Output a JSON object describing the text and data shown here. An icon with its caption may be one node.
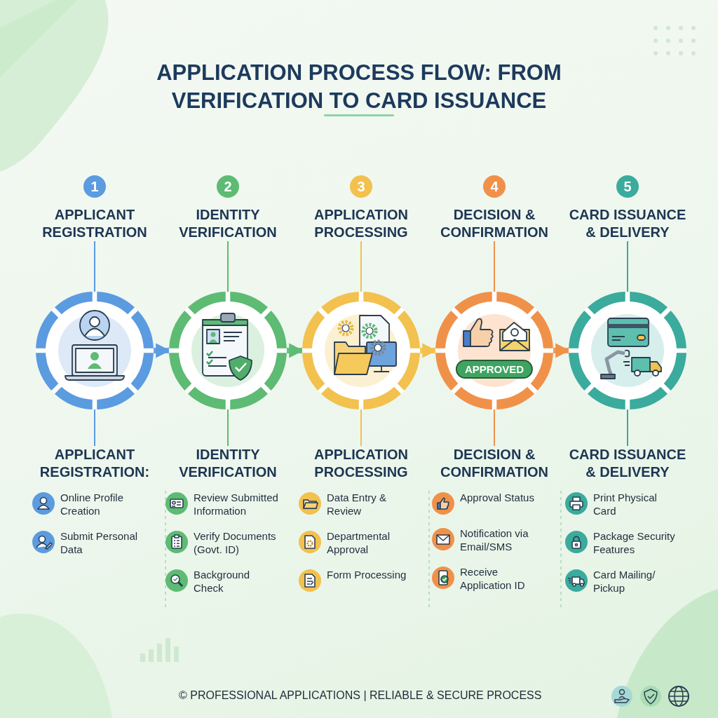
{
  "diagram": {
    "title": "APPLICATION PROCESS FLOW: FROM VERIFICATION TO CARD ISSUANCE",
    "nodes": [
      {
        "text": [
          "1",
          "APPLICANT REGISTRATION"
        ]
      },
      {
        "text": [],
        "shape": "picture"
      },
      {
        "text": [
          "APPLICANT REGISTRATION:",
          "Online Profile Creation",
          "Submit Personal Data"
        ]
      },
      {
        "text": [
          "2",
          "IDENTITY VERIFICATION"
        ]
      },
      {
        "text": [],
        "shape": "picture"
      },
      {
        "text": [
          "IDENTITY VERIFICATION",
          "Review Submitted Information",
          "Verify Documents (Govt. ID)",
          "Background Check"
        ]
      },
      {
        "text": [
          "3",
          "APPLICATION PROCESSING"
        ]
      },
      {
        "text": [],
        "shape": "picture"
      },
      {
        "text": [
          "APPLICATION PROCESSING",
          "Data Entry & Review",
          "Departmental Approval",
          "Form Processing"
        ]
      },
      {
        "text": [
          "4",
          "DECISION & CONFIRMATION"
        ]
      },
      {
        "text": [
          "APPROVED"
        ]
      },
      {
        "text": [
          "DECISION & CONFIRMATION",
          "Approval Status",
          "Notification via Email/SMS",
          "Receive Application ID"
        ]
      },
      {
        "text": [
          "5",
          "CARD ISSUANCE & DELIVERY"
        ]
      },
      {
        "text": [],
        "shape": "picture"
      },
      {
        "text": [
          "CARD ISSUANCE & DELIVERY",
          "Print Physical Card",
          "Package Security Features",
          "Card Mailing/ Pickup"
        ]
      }
    ],
    "edges": [
      {
        "from": 0,
        "to": 1,
        "arrow": "none",
        "color": "#5b9be0"
      },
      {
        "from": 1,
        "to": 2,
        "arrow": "none",
        "color": "#5b9be0"
      },
      {
        "from": 3,
        "to": 4,
        "arrow": "none",
        "color": "#5dbb73"
      },
      {
        "from": 4,
        "to": 5,
        "arrow": "none",
        "color": "#5dbb73"
      },
      {
        "from": 6,
        "to": 7,
        "arrow": "none",
        "color": "#f2c14e"
      },
      {
        "from": 7,
        "to": 8,
        "arrow": "none",
        "color": "#f2c14e"
      },
      {
        "from": 9,
        "to": 10,
        "arrow": "none",
        "color": "#f0914a"
      },
      {
        "from": 10,
        "to": 11,
        "arrow": "none",
        "color": "#f0914a"
      },
      {
        "from": 12,
        "to": 13,
        "arrow": "none",
        "color": "#3aab9c"
      },
      {
        "from": 13,
        "to": 14,
        "arrow": "none",
        "color": "#3aab9c"
      },
      {
        "from": 1,
        "to": 4,
        "arrow": "to",
        "style": "thick",
        "color": "#5b9be0"
      },
      {
        "from": 4,
        "to": 7,
        "arrow": "to",
        "style": "thick",
        "color": "#5dbb73"
      },
      {
        "from": 7,
        "to": 10,
        "arrow": "to",
        "style": "thick",
        "color": "#f2c14e"
      },
      {
        "from": 10,
        "to": 13,
        "arrow": "to",
        "style": "thick",
        "color": "#f0914a"
      }
    ],
    "labels": [
      "© PROFESSIONAL APPLICATIONS | RELIABLE & SECURE PROCESS"
    ]
  }
}
